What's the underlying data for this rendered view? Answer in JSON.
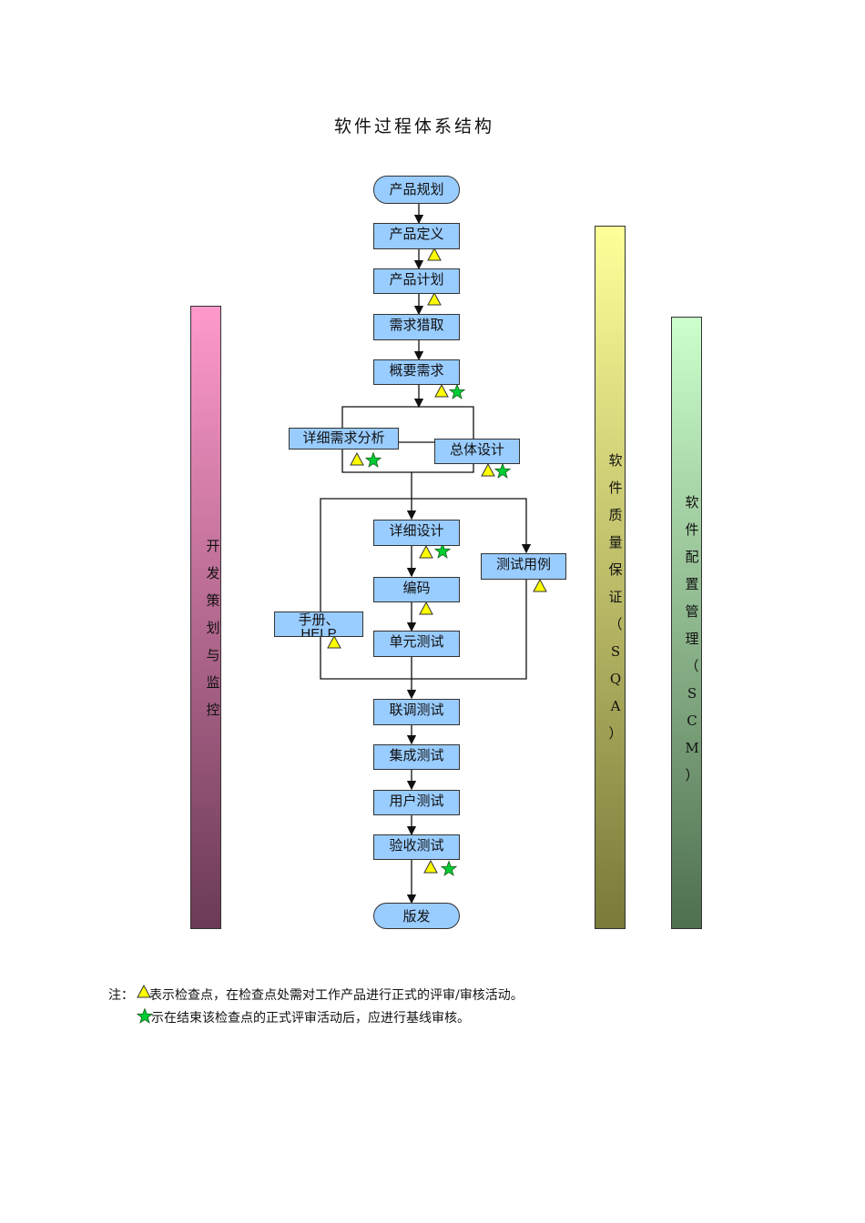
{
  "title": "软件过程体系结构",
  "nodes": {
    "plan": "产品规划",
    "define": "产品定义",
    "schedule": "产品计划",
    "req_elicit": "需求猎取",
    "req_overview": "概要需求",
    "req_detail": "详细需求分析",
    "arch_design": "总体设计",
    "detail_design": "详细设计",
    "test_cases": "测试用例",
    "coding": "编码",
    "manual_line1": "手册、",
    "manual_line2": "HELP",
    "unit_test": "单元测试",
    "integ_test": "联调测试",
    "system_test": "集成测试",
    "user_test": "用户测试",
    "accept_test": "验收测试",
    "release": "版发"
  },
  "bands": {
    "left": [
      "开",
      "发",
      "策",
      "划",
      "与",
      "监",
      "控"
    ],
    "sqa": [
      "软",
      "件",
      "质",
      "量",
      "保",
      "证",
      "（",
      "S",
      "Q",
      "A",
      "）"
    ],
    "scm": [
      "软",
      "件",
      "配",
      "置",
      "管",
      "理",
      "（",
      "S",
      "C",
      "M",
      "）"
    ]
  },
  "colors": {
    "box": "#99ccff",
    "triangle": "#ffff00",
    "star": "#00cc33",
    "band_left_top": "#ff99cc",
    "band_left_bottom": "#6b3a55",
    "band_sqa_top": "#ffff99",
    "band_sqa_bottom": "#7a7a3a",
    "band_scm_top": "#ccffcc",
    "band_scm_bottom": "#4f6f4f"
  },
  "notes": {
    "prefix": "注：",
    "line1": "表示检查点，在检查点处需对工作产品进行正式的评审/审核活动。",
    "line2": "示在结束该检查点的正式评审活动后，应进行基线审核。"
  }
}
